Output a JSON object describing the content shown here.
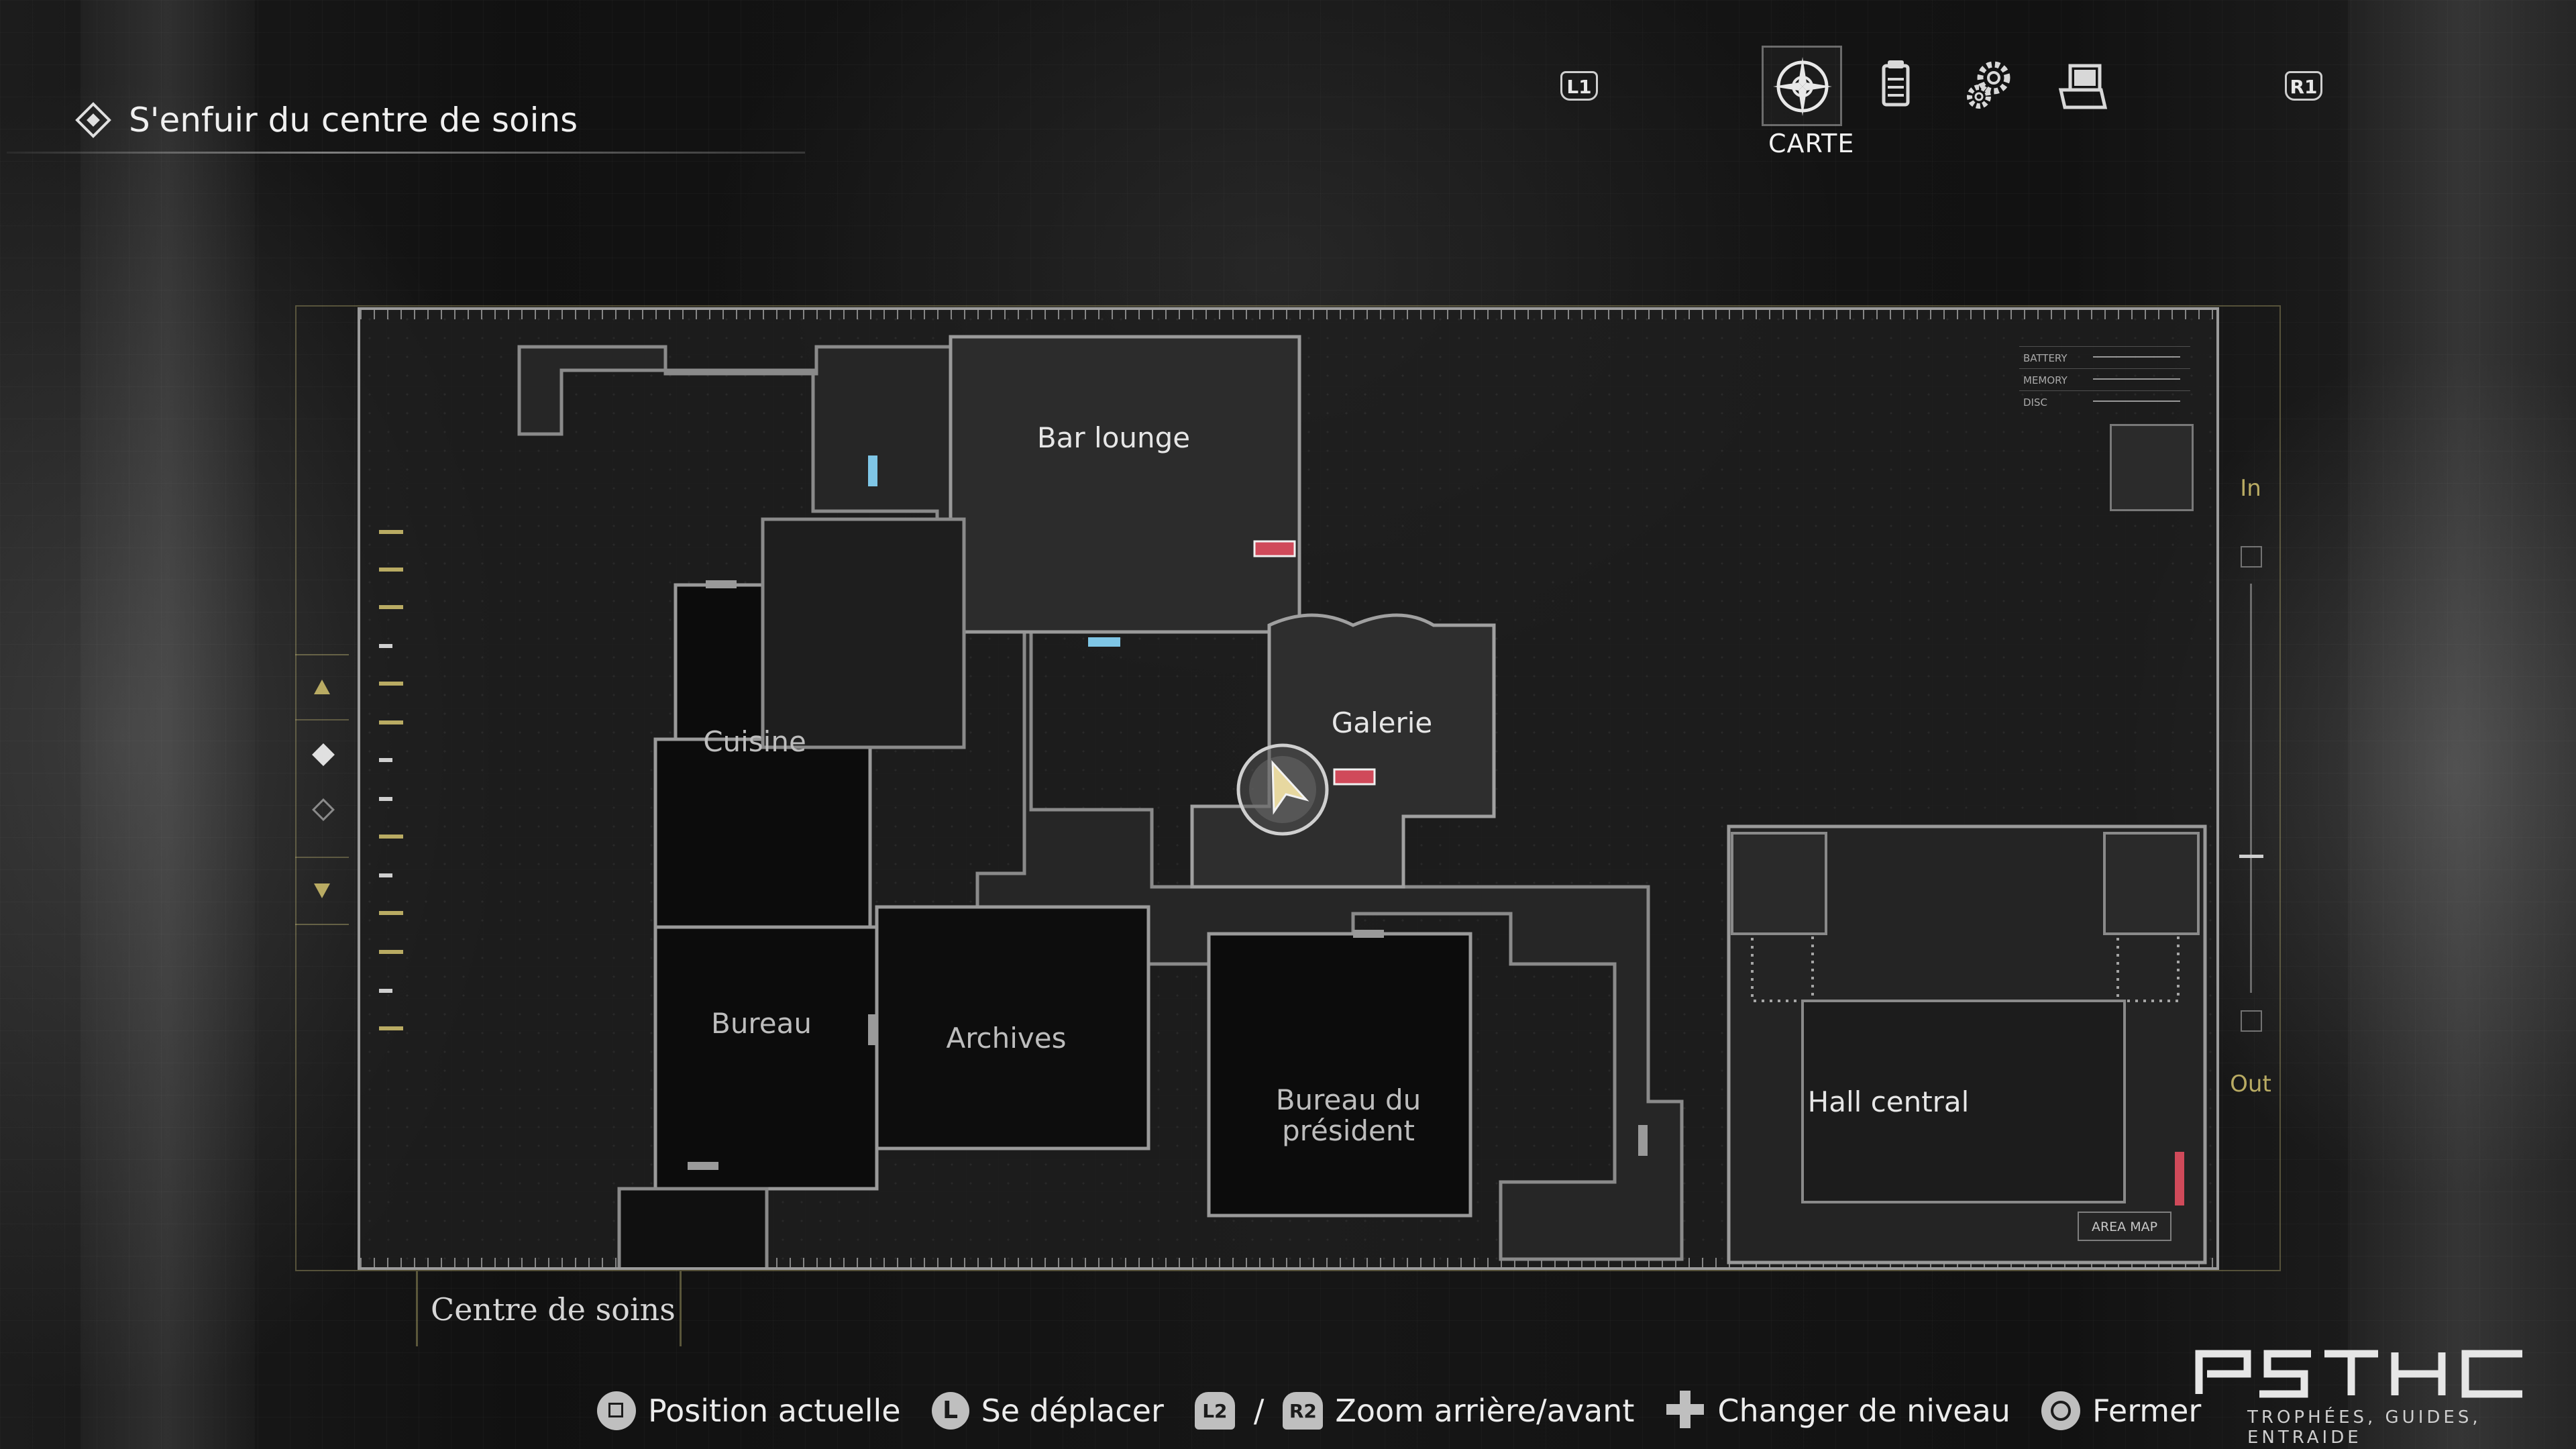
{
  "objective": {
    "icon": "diamond-objective-icon",
    "text": "S'enfuir du centre de soins"
  },
  "tabs": {
    "left_shoulder": "L1",
    "right_shoulder": "R1",
    "items": [
      {
        "icon": "map-compass-icon",
        "label": "CARTE",
        "active": true
      },
      {
        "icon": "files-icon",
        "active": false
      },
      {
        "icon": "gears-icon",
        "active": false
      },
      {
        "icon": "inventory-box-icon",
        "active": false
      }
    ]
  },
  "map": {
    "rooms": {
      "bar_lounge": "Bar lounge",
      "galerie": "Galerie",
      "cuisine": "Cuisine",
      "bureau": "Bureau",
      "archives": "Archives",
      "bureau_president": "Bureau du président",
      "hall_central": "Hall central"
    },
    "hud": {
      "battery": "BATTERY",
      "memory": "MEMORY",
      "disc": "DISC"
    },
    "area_map_label": "AREA MAP",
    "zoom_in": "In",
    "zoom_out": "Out",
    "current_area": "Centre de soins",
    "player_marker_icon": "player-arrow-icon"
  },
  "controls": [
    {
      "button": "square",
      "label": "Position actuelle"
    },
    {
      "button": "L",
      "label": "Se déplacer"
    },
    {
      "button": "L2",
      "separator": "/",
      "button2": "R2",
      "label": "Zoom arrière/avant"
    },
    {
      "button": "dpad",
      "label": "Changer de niveau"
    },
    {
      "button": "circle",
      "label": "Fermer"
    }
  ],
  "watermark": {
    "logo": "PSTHC",
    "tagline": "TROPHÉES, GUIDES, ENTRAIDE"
  },
  "colors": {
    "accent_gold": "#b9ab63",
    "door_blue": "#7fc6e6",
    "item_red": "#d04a5a"
  }
}
